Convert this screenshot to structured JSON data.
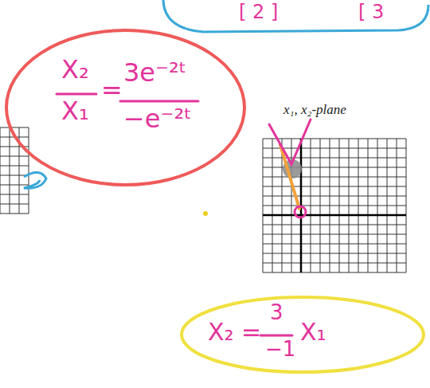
{
  "diagram": {
    "nodes": [
      {
        "text": [
          "X₂",
          "X₁",
          "=",
          "3e⁻²ᵗ",
          "−e⁻²ᵗ"
        ]
      },
      {
        "text": [
          "X₂ =",
          "3",
          "−1",
          "X₁"
        ]
      }
    ],
    "labels": [
      "x₁, x₂-plane",
      "[ 2 ]",
      "[ 3"
    ]
  }
}
